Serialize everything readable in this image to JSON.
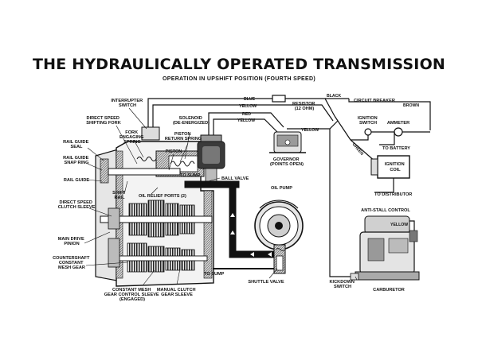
{
  "title": "THE HYDRAULICALLY OPERATED TRANSMISSION",
  "subtitle": "OPERATION IN UPSHIFT POSITION (FOURTH SPEED)",
  "labels": {
    "interrupter_switch": [
      "INTERRUPTER",
      "SWITCH"
    ],
    "direct_speed_shifting_fork": [
      "DIRECT SPEED",
      "SHIFTING FORK"
    ],
    "fork_engaging_spring": [
      "FORK",
      "ENGAGING",
      "SPRING"
    ],
    "solenoid": [
      "SOLENOID",
      "(DE-ENERGIZED)"
    ],
    "piston_return_spring": [
      "PISTON",
      "RETURN SPRING"
    ],
    "piston": "PISTON",
    "rail_guide_seal": [
      "RAIL GUIDE",
      "SEAL"
    ],
    "rail_guide_snap_ring": [
      "RAIL GUIDE",
      "SNAP RING"
    ],
    "rail_guide": "RAIL GUIDE",
    "to_sump_top": "TO SUMP",
    "ball_valve": "BALL VALVE",
    "shift_rail": [
      "SHIFT",
      "RAIL"
    ],
    "oil_relief_ports": "OIL RELIEF PORTS (2)",
    "direct_speed_clutch_sleeve": [
      "DIRECT SPEED",
      "CLUTCH SLEEVE"
    ],
    "main_drive_pinion": [
      "MAIN DRIVE",
      "PINION"
    ],
    "countershaft_constant_mesh_gear": [
      "COUNTERSHAFT",
      "CONSTANT",
      "MESH GEAR"
    ],
    "constant_mesh_gear_control_sleeve": [
      "CONSTANT MESH",
      "GEAR CONTROL SLEEVE",
      "(ENGAGED)"
    ],
    "manual_clutch_gear_sleeve": [
      "MANUAL CLUTCH",
      "GEAR SLEEVE"
    ],
    "to_sump_bottom": "TO SUMP",
    "oil_pump": "OIL PUMP",
    "shuttle_valve": "SHUTTLE VALVE",
    "governor": [
      "GOVERNOR",
      "(POINTS OPEN)"
    ],
    "resistor": [
      "RESISTOR",
      "(12 OHM)"
    ],
    "circuit_breaker": "CIRCUIT BREAKER",
    "ignition_switch": [
      "IGNITION",
      "SWITCH"
    ],
    "ammeter": "AMMETER",
    "to_battery": "TO BATTERY",
    "ignition_coil": [
      "IGNITION",
      "COIL"
    ],
    "to_distributor": "TO DISTRIBUTOR",
    "anti_stall_control": "ANTI-STALL CONTROL",
    "kickdown_switch": [
      "KICKDOWN",
      "SWITCH"
    ],
    "carburetor": "CARBURETOR"
  },
  "wires": {
    "blue": "BLUE",
    "yellow_1": "YELLOW",
    "red": "RED",
    "yellow_2": "YELLOW",
    "yellow_3": "YELLOW",
    "black": "BLACK",
    "brown": "BROWN",
    "green": "GREEN",
    "yellow_anti_stall": "YELLOW"
  },
  "colors": {
    "ink": "#111111",
    "paper": "#ffffff",
    "shade": "#8a8a8a",
    "light_shade": "#c8c8c8"
  }
}
